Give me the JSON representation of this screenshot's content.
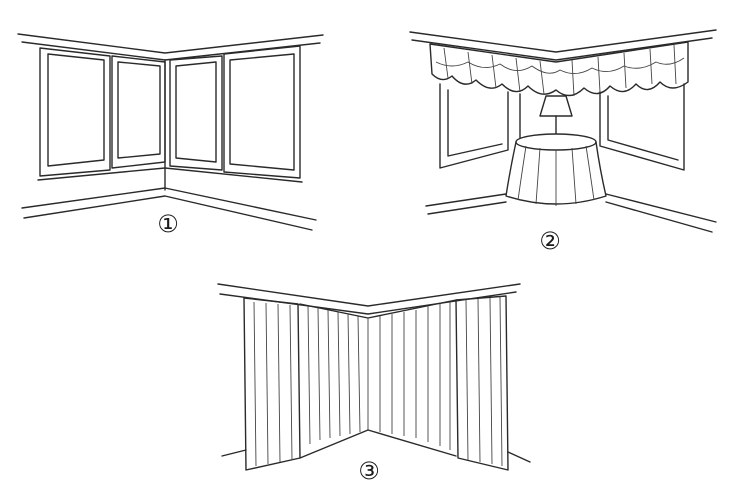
{
  "labels": {
    "one": "①",
    "two": "②",
    "three": "③"
  },
  "colors": {
    "ink": "#2a2a2a",
    "paper": "#ffffff",
    "pattern": "#5a5a5a"
  },
  "icons": {
    "window": "corner-windows-illustration",
    "valance": "balloon-valance-illustration",
    "table": "round-skirted-table-illustration",
    "lamp": "table-lamp-illustration",
    "drapes": "corner-drapery-illustration"
  }
}
